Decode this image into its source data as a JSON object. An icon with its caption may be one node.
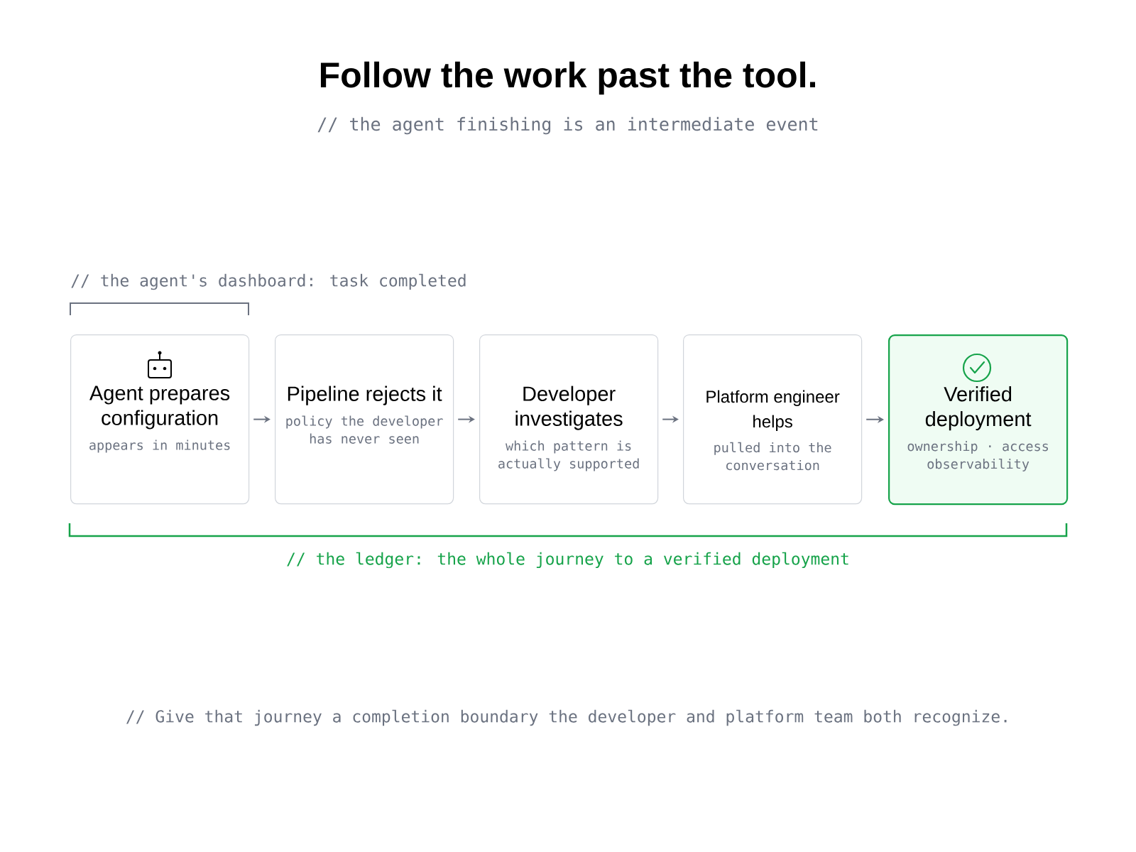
{
  "diagram": {
    "title": "Follow the work past the tool.",
    "caption": "// the agent finishing is an intermediate event",
    "nodes": [
      {
        "text": [
          "Agent prepares configuration",
          "appears in minutes"
        ]
      },
      {
        "text": [
          "Pipeline rejects it",
          "policy the developer has never seen"
        ]
      },
      {
        "text": [
          "Developer investigates",
          "which pattern is actually supported"
        ]
      },
      {
        "text": [
          "Platform engineer helps",
          "pulled into the conversation"
        ]
      },
      {
        "text": [
          "Verified deployment",
          "ownership · access observability"
        ]
      }
    ],
    "edges": [
      {
        "from": 0,
        "to": 1,
        "arrow": "to"
      },
      {
        "from": 1,
        "to": 2,
        "arrow": "to"
      },
      {
        "from": 2,
        "to": 3,
        "arrow": "to"
      },
      {
        "from": 3,
        "to": 4,
        "arrow": "to"
      }
    ],
    "labels": [
      "// the agent's dashboard: task completed",
      "// the ledger: the whole journey to a verified deployment",
      "// Give that journey a completion boundary the developer and platform team both recognize."
    ]
  }
}
